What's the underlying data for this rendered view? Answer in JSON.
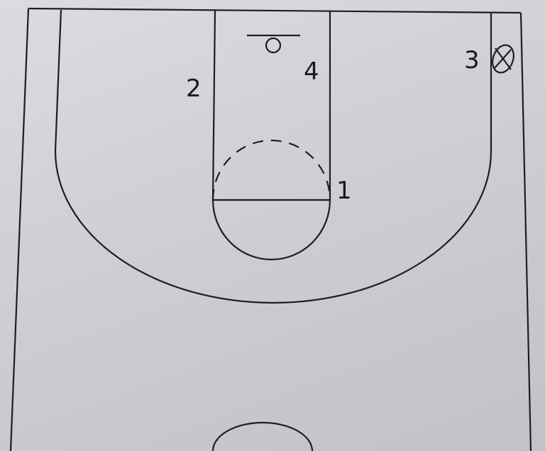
{
  "diagram": {
    "type": "half-court-set-play",
    "colors": {
      "paper": "#d6d4d9",
      "ink": "#1e1e22"
    },
    "players": [
      {
        "id": "p1",
        "label": "1"
      },
      {
        "id": "p2",
        "label": "2"
      },
      {
        "id": "p3",
        "label": "3"
      },
      {
        "id": "p4",
        "label": "4"
      }
    ],
    "ball_holder": "p3",
    "marker": {
      "icon": "circled-x-icon",
      "meaning": "ball"
    }
  }
}
